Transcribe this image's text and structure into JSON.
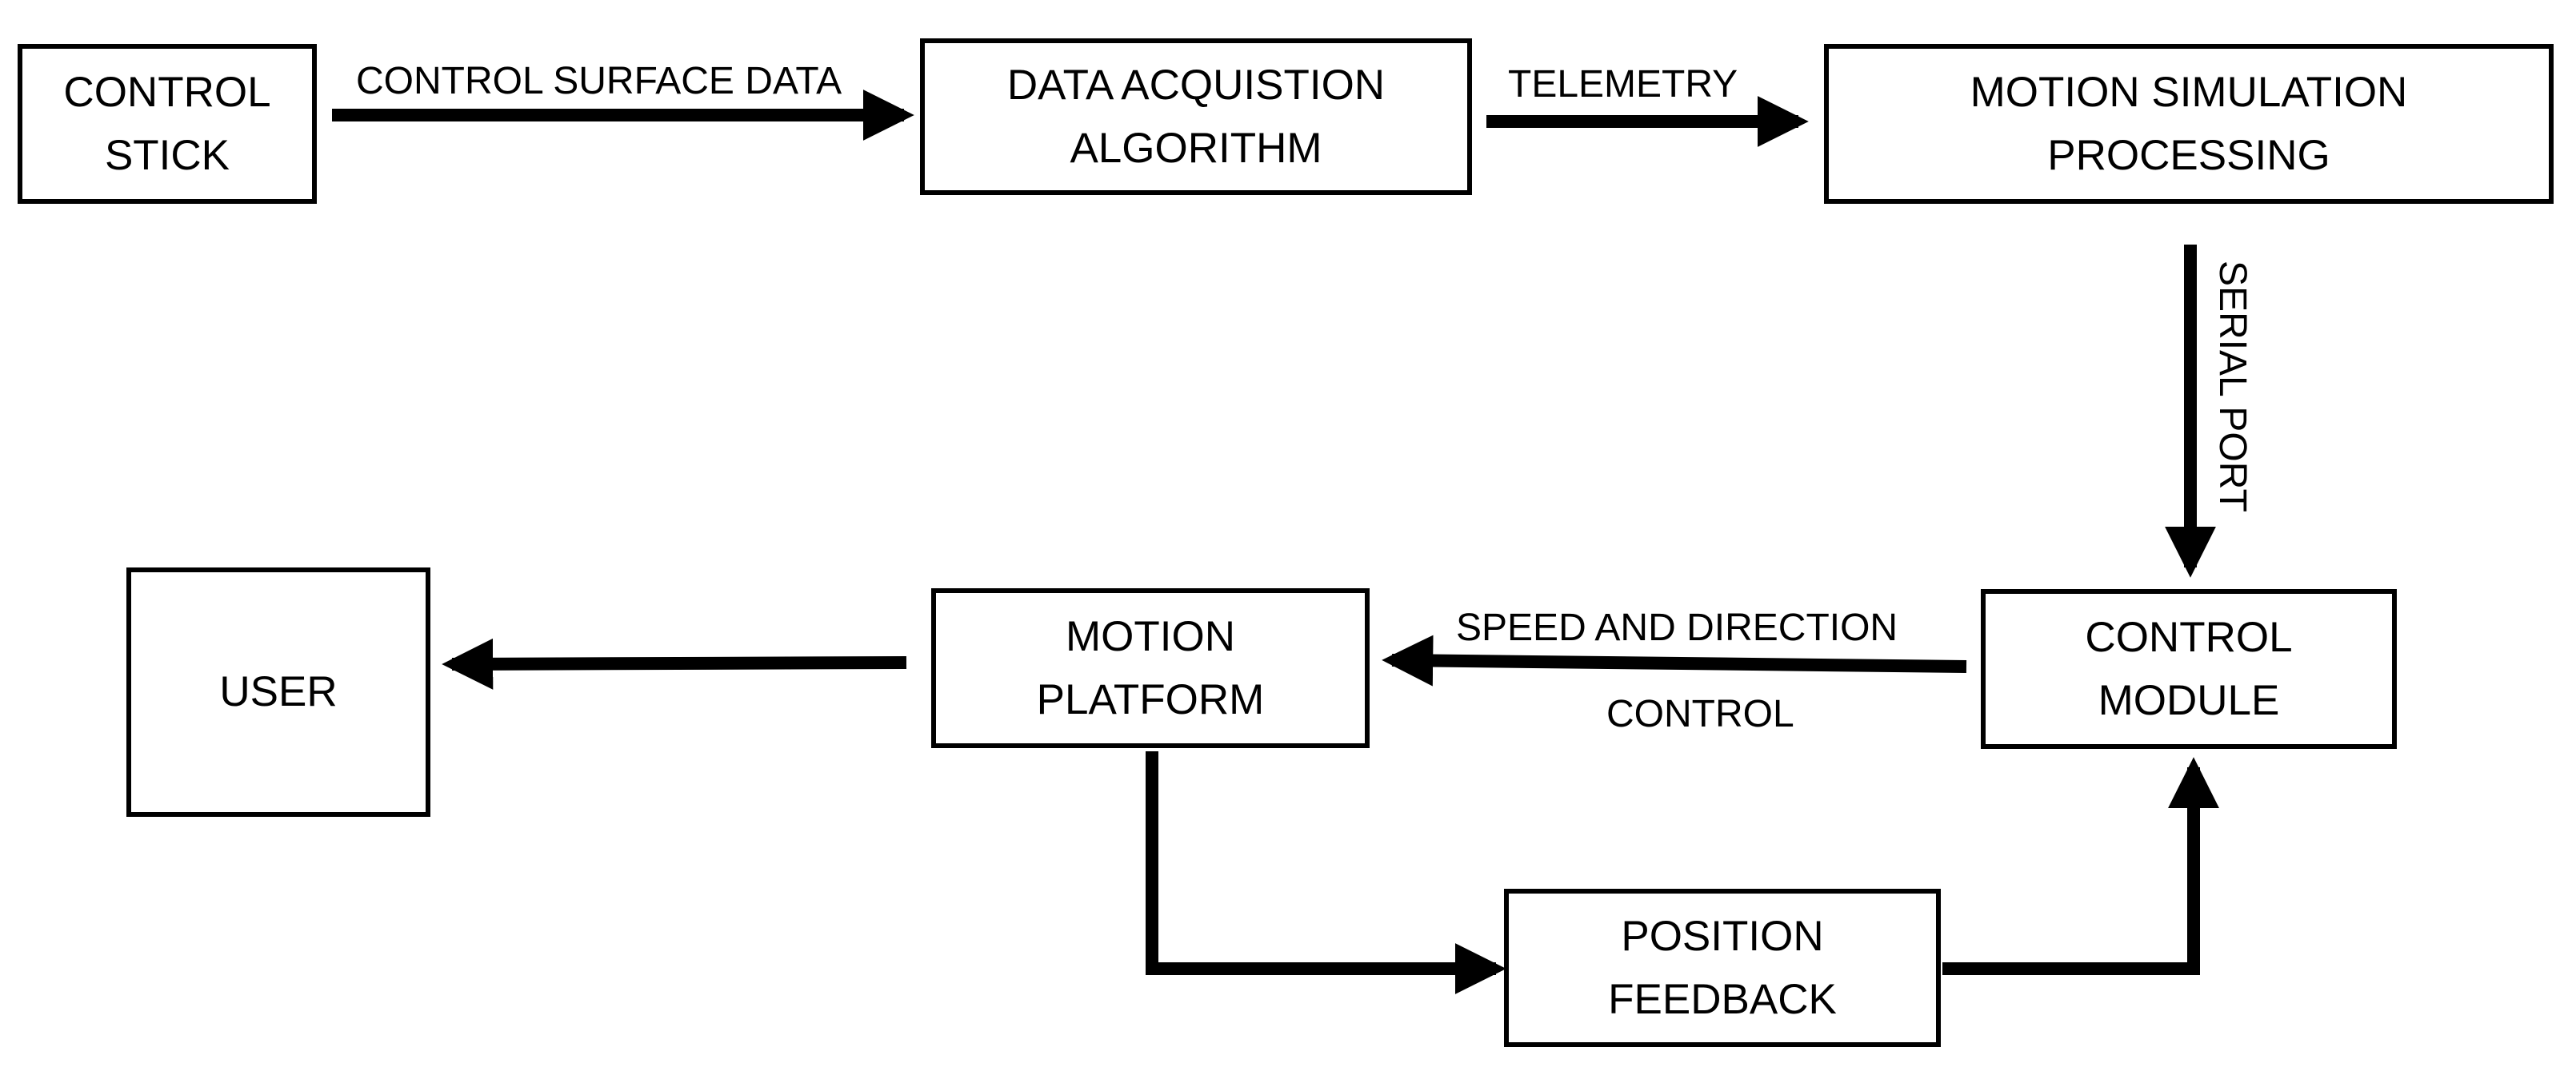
{
  "boxes": {
    "control_stick": [
      "CONTROL",
      "STICK"
    ],
    "data_acquisition": [
      "DATA ACQUISTION",
      "ALGORITHM"
    ],
    "motion_simulation": [
      "MOTION SIMULATION",
      "PROCESSING"
    ],
    "user": [
      "USER"
    ],
    "motion_platform": [
      "MOTION",
      "PLATFORM"
    ],
    "control_module": [
      "CONTROL",
      "MODULE"
    ],
    "position_feedback": [
      "POSITION",
      "FEEDBACK"
    ]
  },
  "edges": {
    "control_surface_data": "CONTROL SURFACE DATA",
    "telemetry": "TELEMETRY",
    "serial_port": "SERIAL PORT",
    "speed_direction_line1": "SPEED AND DIRECTION",
    "speed_direction_line2": "CONTROL"
  },
  "colors": {
    "stroke": "#000000",
    "background": "#ffffff"
  }
}
